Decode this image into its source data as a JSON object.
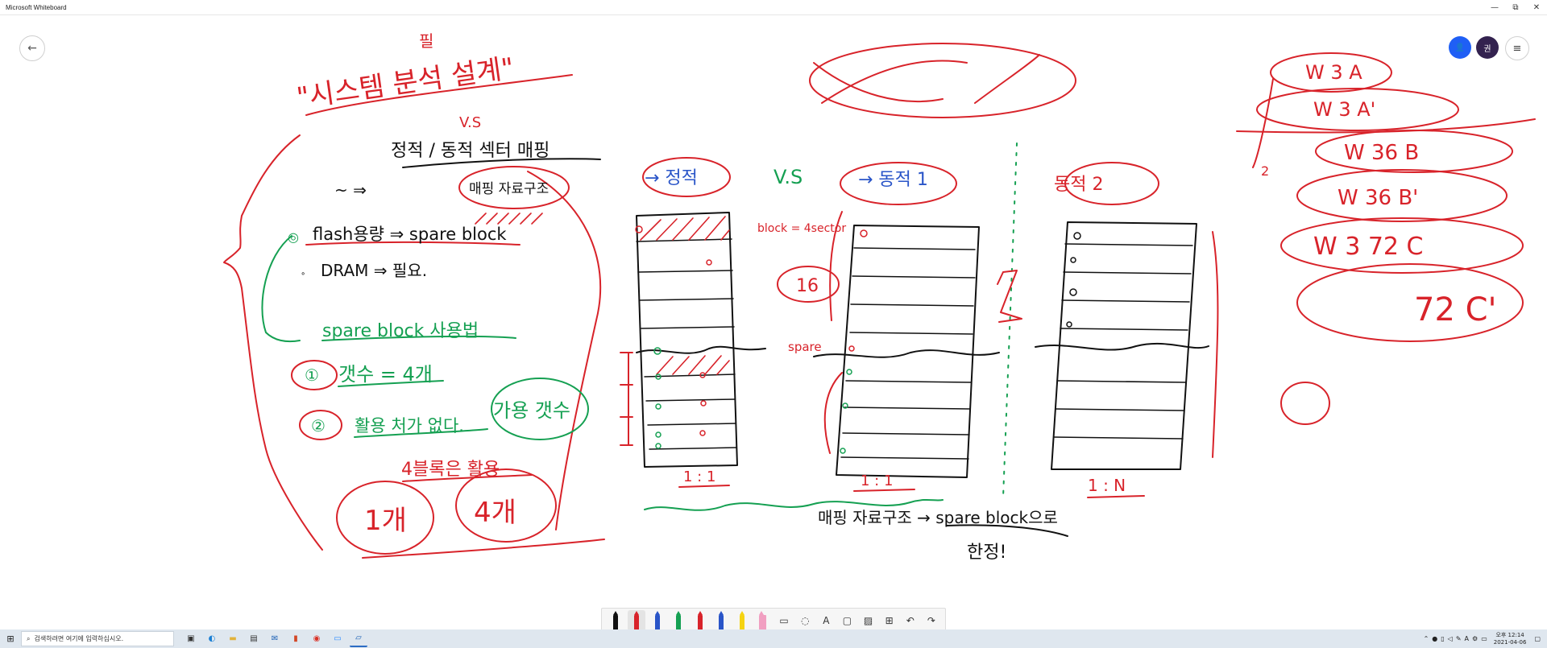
{
  "window": {
    "title": "Microsoft Whiteboard",
    "minimize": "—",
    "maximize": "⧉",
    "close": "✕"
  },
  "header": {
    "back_icon": "←",
    "avatars": [
      {
        "label": "👤",
        "color": "#1f5ff5"
      },
      {
        "label": "권",
        "color": "#33224f"
      }
    ],
    "menu_icon": "≡"
  },
  "board": {
    "title_text": "\"시스템 분석 설계\"",
    "title_mark": "필",
    "vs_top": "V.S",
    "heading": "정적 / 동적 섹터 매핑",
    "map_table": "매핑 자료구조",
    "flash": "flash용량 ⇒ spare block",
    "dram": "DRAM ⇒ 필요.",
    "spare_use": "spare block 사용법",
    "item1_num": "①",
    "item1": "갯수 = 4개",
    "item2_num": "②",
    "item2": "활용 처가 없다.",
    "usable_count": "가용 갯수",
    "four_blocks": "4블록은 활용",
    "one_unit": "1개",
    "four_units": "4개",
    "static_label": "→ 정적",
    "vs_mid": "V.S",
    "dynamic1_label": "→ 동적 1",
    "dynamic2_label": "동적 2",
    "block_note": "block = 4sector",
    "sixteen": "16",
    "spare_note": "spare",
    "ratio_static": "1 : 1",
    "ratio_dyn1": "1 : 1",
    "ratio_dyn2": "1 : N",
    "mapping_note": "매핑 자료구조 → spare block으로",
    "limit_note": "한정!",
    "list_rows": [
      "W 3 A",
      "W 3 A'",
      "W 36 B",
      "W 36 B'",
      "W 3 72 C",
      "72 C'"
    ],
    "list_two": "2"
  },
  "toolbar": {
    "tools": [
      {
        "name": "pen-black",
        "color": "#111111"
      },
      {
        "name": "pen-red",
        "color": "#d8232a"
      },
      {
        "name": "pen-blue",
        "color": "#2a55c8"
      },
      {
        "name": "pen-green",
        "color": "#15a052"
      },
      {
        "name": "pen-red-2",
        "color": "#d8232a"
      },
      {
        "name": "pen-blue-2",
        "color": "#2a55c8"
      },
      {
        "name": "highlighter-yellow",
        "color": "#f5d312"
      },
      {
        "name": "eraser",
        "color": "#f19fc1"
      }
    ],
    "lasso": "◌",
    "ruler": "▭",
    "text": "A",
    "note": "▢",
    "image": "▨",
    "insert": "⊞",
    "undo": "↶",
    "redo": "↷"
  },
  "taskbar": {
    "start_icon": "⊞",
    "search_placeholder": "검색하려면 여기에 입력하십시오.",
    "clock_time": "오후 12:14",
    "clock_date": "2021-04-06"
  }
}
